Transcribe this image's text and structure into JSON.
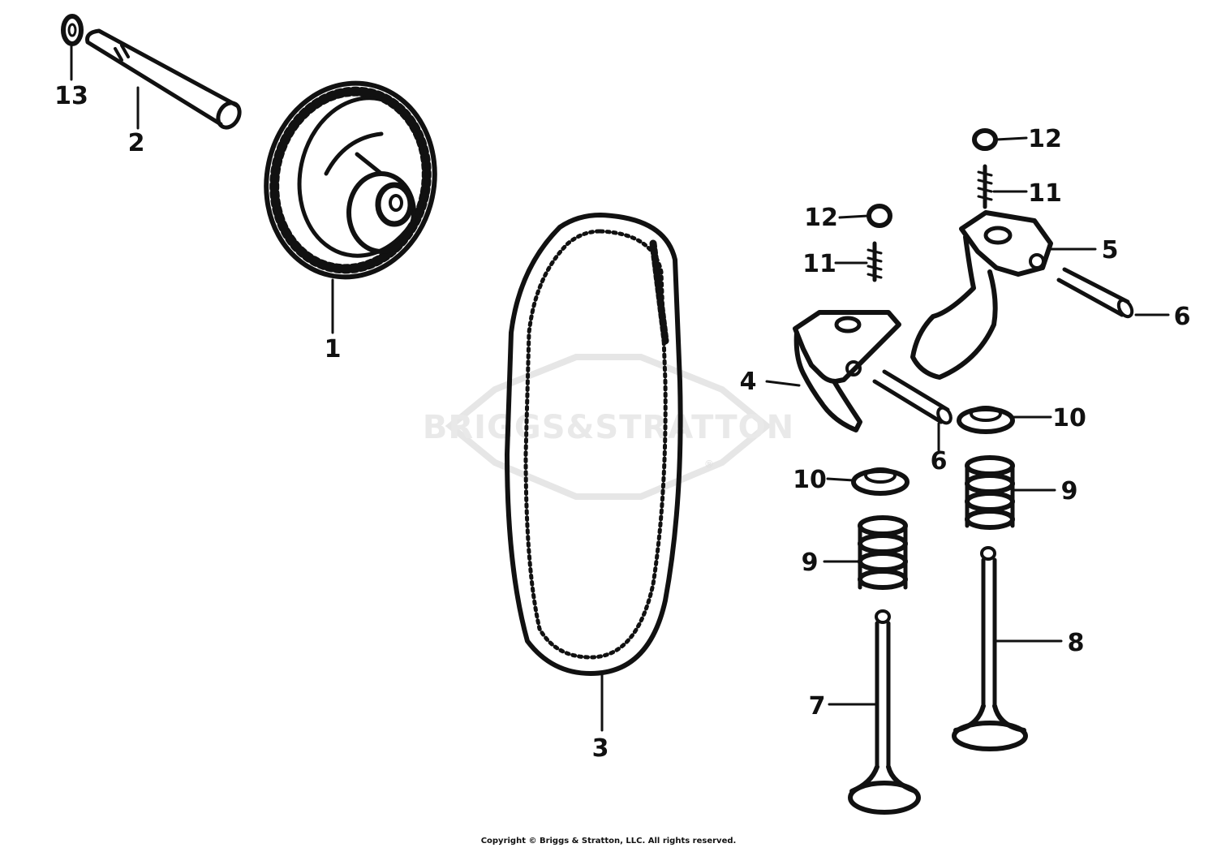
{
  "watermark": {
    "text": "BRIGGS&STRATTON",
    "registered_mark": "®",
    "color": "#e6e6e6"
  },
  "callouts": [
    {
      "id": "1",
      "label": "1"
    },
    {
      "id": "2",
      "label": "2"
    },
    {
      "id": "3",
      "label": "3"
    },
    {
      "id": "4",
      "label": "4"
    },
    {
      "id": "5",
      "label": "5"
    },
    {
      "id": "6a",
      "label": "6"
    },
    {
      "id": "6b",
      "label": "6"
    },
    {
      "id": "7",
      "label": "7"
    },
    {
      "id": "8",
      "label": "8"
    },
    {
      "id": "9a",
      "label": "9"
    },
    {
      "id": "9b",
      "label": "9"
    },
    {
      "id": "10a",
      "label": "10"
    },
    {
      "id": "10b",
      "label": "10"
    },
    {
      "id": "11a",
      "label": "11"
    },
    {
      "id": "11b",
      "label": "11"
    },
    {
      "id": "12a",
      "label": "12"
    },
    {
      "id": "12b",
      "label": "12"
    },
    {
      "id": "13",
      "label": "13"
    }
  ],
  "copyright": "Copyright © Briggs & Stratton, LLC. All rights reserved.",
  "colors": {
    "ink": "#111111",
    "background": "#ffffff"
  }
}
